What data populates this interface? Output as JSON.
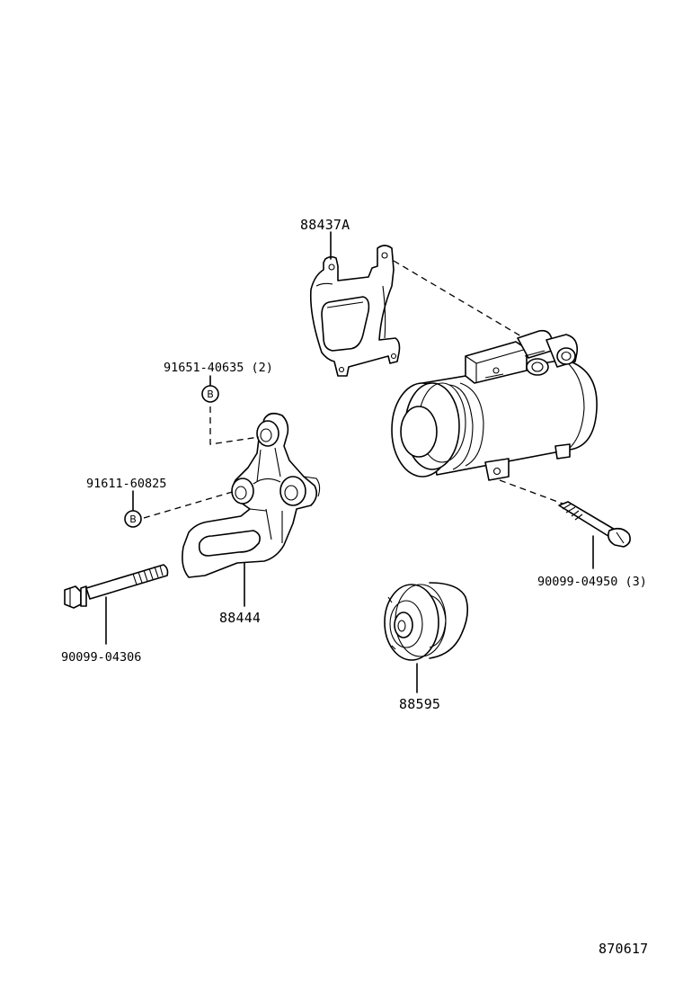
{
  "diagram_id": "870617",
  "labels": {
    "bracket_upper": "88437A",
    "bolt_b": "91651-40635 (2)",
    "bolt_b2": "91611-60825",
    "bracket_lower": "88444",
    "long_bolt": "90099-04306",
    "pulley": "88595",
    "compressor_bolt": "90099-04950 (3)"
  },
  "badges": {
    "b1": "B",
    "b2": "B"
  }
}
